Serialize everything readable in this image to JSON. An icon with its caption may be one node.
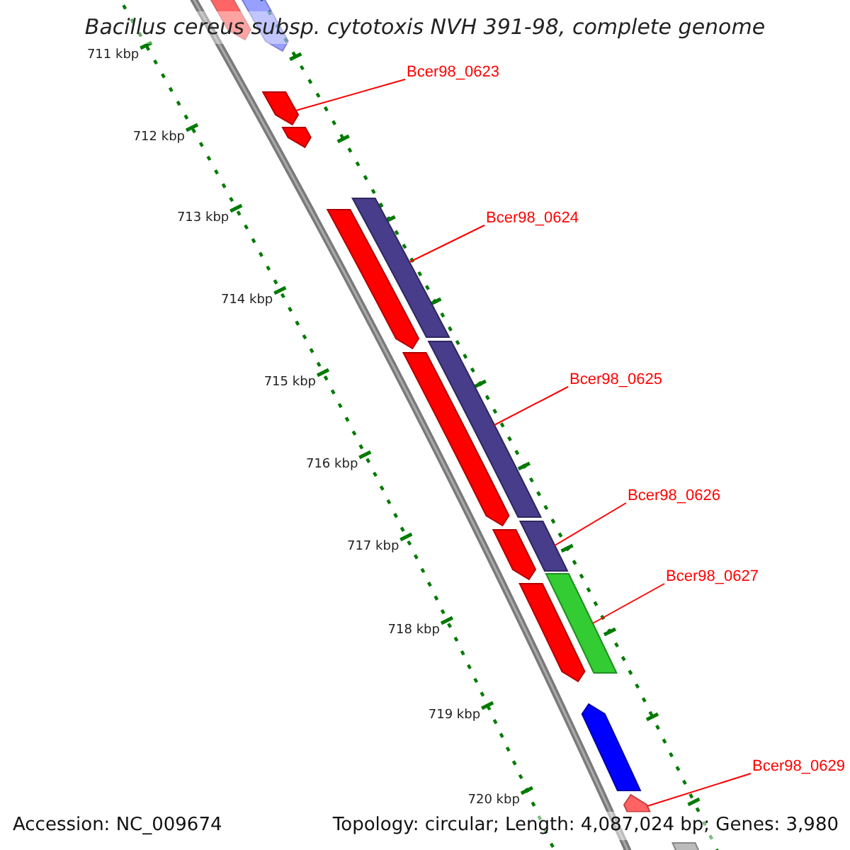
{
  "diagram": {
    "title": "Bacillus cereus subsp. cytotoxis NVH 391-98, complete genome",
    "nodes": [
      {
        "text": [
          "Bcer98_0623"
        ]
      },
      {
        "text": [
          "Bcer98_0624"
        ]
      },
      {
        "text": [
          "Bcer98_0625"
        ]
      },
      {
        "text": [
          "Bcer98_0626"
        ]
      },
      {
        "text": [
          "Bcer98_0627"
        ]
      },
      {
        "text": [
          "Bcer98_0629"
        ]
      },
      {
        "text": [],
        "shape": "bar"
      },
      {
        "text": [],
        "shape": "bar"
      },
      {
        "text": [],
        "shape": "bar"
      },
      {
        "text": [],
        "shape": "bar"
      },
      {
        "text": [],
        "shape": "bar"
      },
      {
        "text": [],
        "shape": "bar"
      },
      {
        "text": [],
        "shape": "bar"
      },
      {
        "text": [],
        "shape": "bar"
      },
      {
        "text": [],
        "shape": "bar"
      },
      {
        "text": [],
        "shape": "bar"
      },
      {
        "text": [],
        "shape": "bar"
      },
      {
        "text": [],
        "shape": "bar"
      },
      {
        "text": [],
        "shape": "bar"
      },
      {
        "text": [],
        "shape": "bar"
      },
      {
        "text": [],
        "shape": "bar"
      }
    ],
    "edges": [
      {
        "from": 0,
        "to": 6,
        "arrow": "none"
      },
      {
        "from": 1,
        "to": 7,
        "arrow": "none"
      },
      {
        "from": 2,
        "to": 8,
        "arrow": "none"
      },
      {
        "from": 3,
        "to": 9,
        "arrow": "none"
      },
      {
        "from": 4,
        "to": 10,
        "arrow": "none"
      },
      {
        "from": 5,
        "to": 11,
        "arrow": "none"
      }
    ],
    "labels": [
      "711 kbp",
      "712 kbp",
      "713 kbp",
      "714 kbp",
      "715 kbp",
      "716 kbp",
      "717 kbp",
      "718 kbp",
      "719 kbp",
      "720 kbp",
      "Accession: NC_009674",
      "Topology: circular; Length: 4,087,024 bp; Genes: 3,980"
    ]
  }
}
